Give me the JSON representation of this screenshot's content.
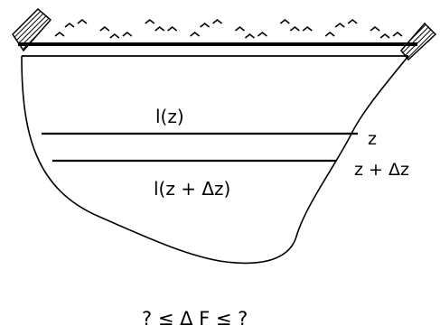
{
  "diagram": {
    "labels": {
      "width_at_z": "l(z)",
      "width_at_z_dz": "l(z + Δz)",
      "depth_z": "z",
      "depth_z_dz": "z + Δz",
      "force_bound": "? ≤ Δ F ≤ ?"
    },
    "wave_count": 16
  }
}
